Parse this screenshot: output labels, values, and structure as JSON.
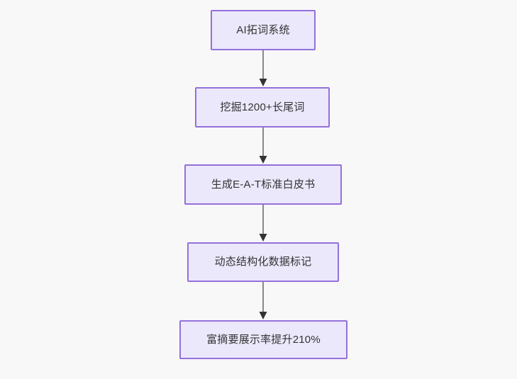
{
  "diagram": {
    "type": "flowchart",
    "direction": "top-to-bottom",
    "background_color": "#f8f8f8",
    "node_fill_color": "#ece8fc",
    "node_border_color": "#9370db",
    "node_text_color": "#333333",
    "edge_line_color": "#888888",
    "edge_arrow_color": "#333333",
    "nodes": [
      {
        "id": "n1",
        "label": "AI拓词系统"
      },
      {
        "id": "n2",
        "label": "挖掘1200+长尾词"
      },
      {
        "id": "n3",
        "label": "生成E-A-T标准白皮书"
      },
      {
        "id": "n4",
        "label": "动态结构化数据标记"
      },
      {
        "id": "n5",
        "label": "富摘要展示率提升210%"
      }
    ],
    "edges": [
      {
        "id": "e1",
        "from": "n1",
        "to": "n2",
        "label": "",
        "arrow": "arrow-down-icon"
      },
      {
        "id": "e2",
        "from": "n2",
        "to": "n3",
        "label": "",
        "arrow": "arrow-down-icon"
      },
      {
        "id": "e3",
        "from": "n3",
        "to": "n4",
        "label": "",
        "arrow": "arrow-down-icon"
      },
      {
        "id": "e4",
        "from": "n4",
        "to": "n5",
        "label": "",
        "arrow": "arrow-down-icon"
      }
    ]
  }
}
